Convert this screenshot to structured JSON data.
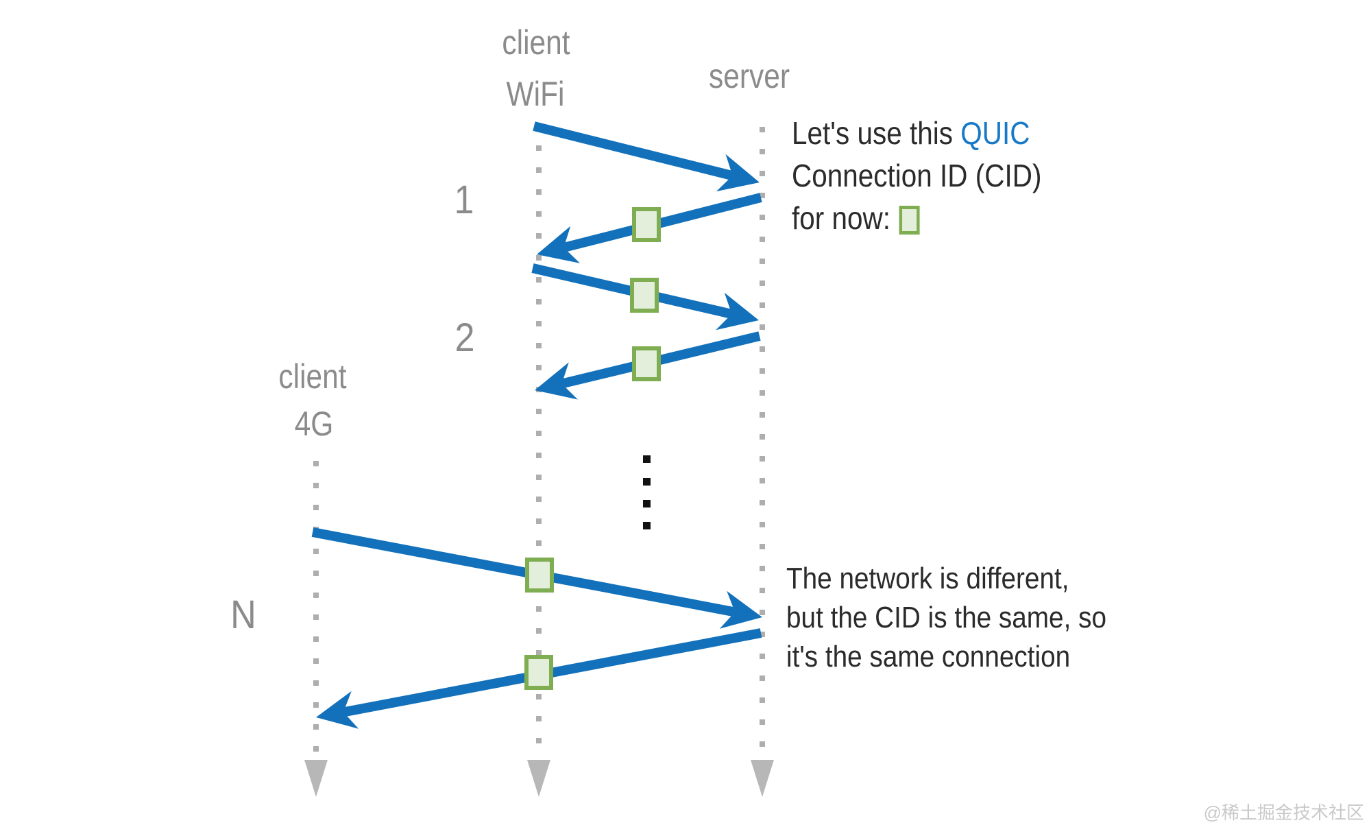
{
  "title": "QUIC connection migration sequence diagram",
  "colors": {
    "arrow_blue": "#1271ba",
    "quic_blue": "#1779c7",
    "label_gray": "#8b8b8b",
    "line_gray": "#aeaeae",
    "head_gray": "#b7b7b7",
    "text_dark": "#2b2b2b",
    "cid_fill": "#e3efda",
    "cid_border": "#7fad52",
    "dots_black": "#111111",
    "watermark_gray": "#c9c9c9"
  },
  "lanes": {
    "client_wifi": {
      "line1": "client",
      "line2": "WiFi"
    },
    "server": {
      "line1": "server"
    },
    "client_4g": {
      "line1": "client",
      "line2": "4G"
    }
  },
  "round_trips": {
    "rt1": {
      "label": "1"
    },
    "rt2": {
      "label": "2"
    },
    "rtn": {
      "label": "N"
    }
  },
  "annotations": {
    "cid_note": {
      "line1_before": "Let's use this ",
      "line1_link": "QUIC",
      "line2": "Connection ID (CID)",
      "line3": "for now:"
    },
    "migration_note": {
      "line1": "The network is different,",
      "line2": "but the CID is the same, so",
      "line3": "it's the same connection"
    }
  },
  "icons": {
    "cid_square": "green-cid-square-icon",
    "lifeline_end": "lifeline-down-arrowhead-icon",
    "ellipsis": "vertical-ellipsis-dots-icon"
  },
  "watermark": "@稀土掘金技术社区"
}
